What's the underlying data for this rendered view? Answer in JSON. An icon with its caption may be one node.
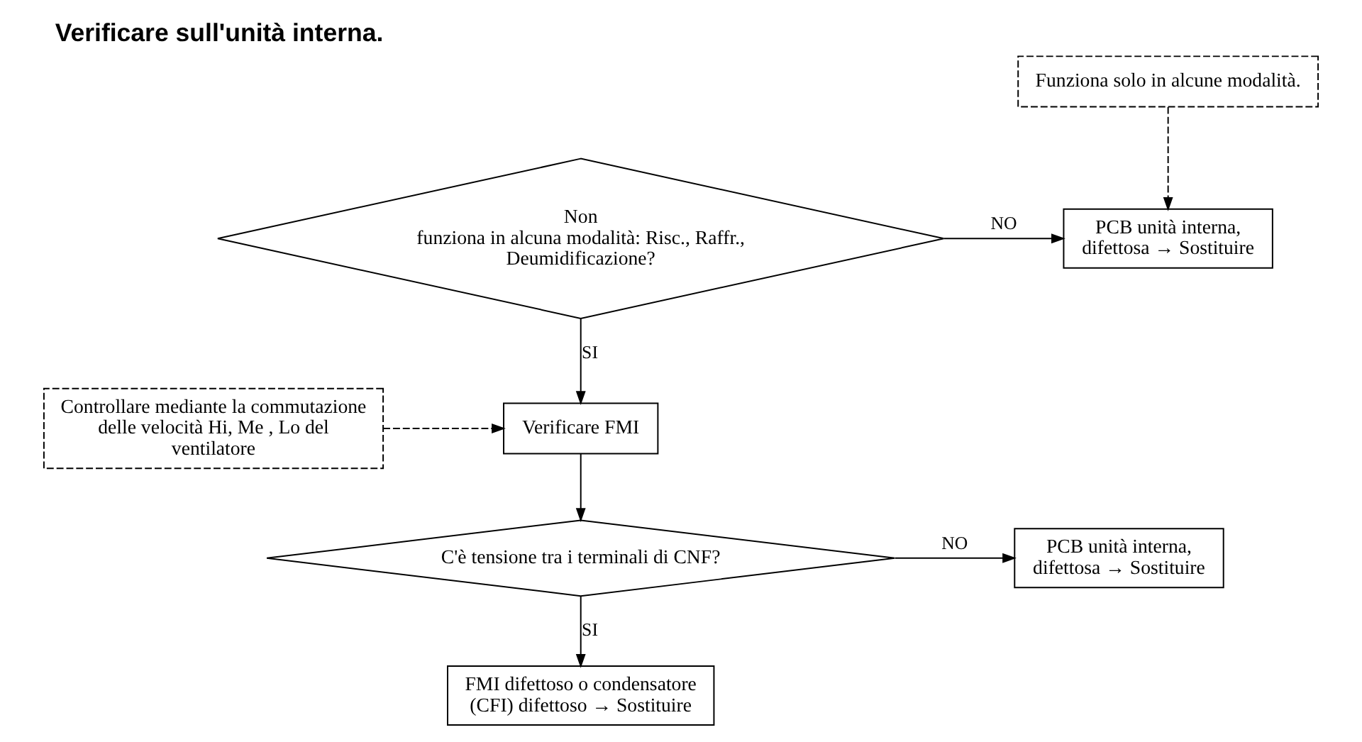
{
  "diagram": {
    "title": "Verificare sull'unità interna.",
    "nodes": [
      {
        "text": [
          "Non funziona in alcuna modalità: Risc., Raffr., Deumidificazione?"
        ]
      },
      {
        "text": [
          "Funziona solo in alcune modalità."
        ]
      },
      {
        "text": [
          "PCB unità interna, difettosa → Sostituire"
        ]
      },
      {
        "text": [
          "Verificare FMI"
        ]
      },
      {
        "text": [
          "Controllare mediante la commutazione delle velocità Hi, Me , Lo del ventilatore"
        ]
      },
      {
        "text": [
          "C'è tensione tra i terminali di CNF?"
        ]
      },
      {
        "text": [
          "PCB unità interna, difettosa → Sostituire"
        ]
      },
      {
        "text": [
          "FMI difettoso o condensatore (CFI) difettoso → Sostituire"
        ]
      }
    ],
    "edges": [
      {
        "from": 0,
        "to": 2,
        "arrow": "to",
        "label": "NO"
      },
      {
        "from": 1,
        "to": 2,
        "arrow": "to",
        "style": "dashed"
      },
      {
        "from": 0,
        "to": 3,
        "arrow": "to",
        "label": "SI"
      },
      {
        "from": 4,
        "to": 3,
        "arrow": "to",
        "style": "dashed"
      },
      {
        "from": 3,
        "to": 5,
        "arrow": "to"
      },
      {
        "from": 5,
        "to": 6,
        "arrow": "to",
        "label": "NO"
      },
      {
        "from": 5,
        "to": 7,
        "arrow": "to",
        "label": "SI"
      }
    ]
  }
}
